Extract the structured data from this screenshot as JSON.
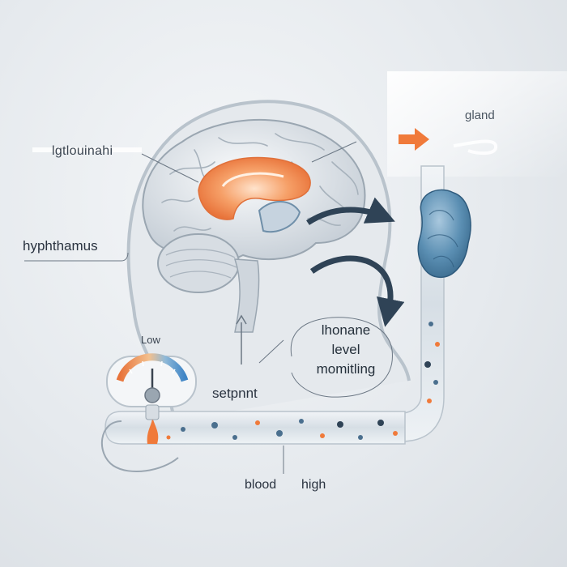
{
  "labels": {
    "gland": "gland",
    "top_left": "lgtlouinahi",
    "hypothalamus": "hyphthamus",
    "low": "Low",
    "setpoint": "setpnnt",
    "monitor": [
      "lhonane",
      "level",
      "momitling"
    ],
    "blood": "blood",
    "high": "high"
  },
  "colors": {
    "accent_orange": "#f07a3a",
    "gland_blue": "#5b8fb3",
    "arrow_dark": "#2f4356",
    "tube": "#c9d3dc"
  },
  "gauge": {
    "level": 0.5
  },
  "icons": {
    "gland_arrow": "arrow-right-icon",
    "feedback_arrow": "curved-arrow-icon"
  }
}
